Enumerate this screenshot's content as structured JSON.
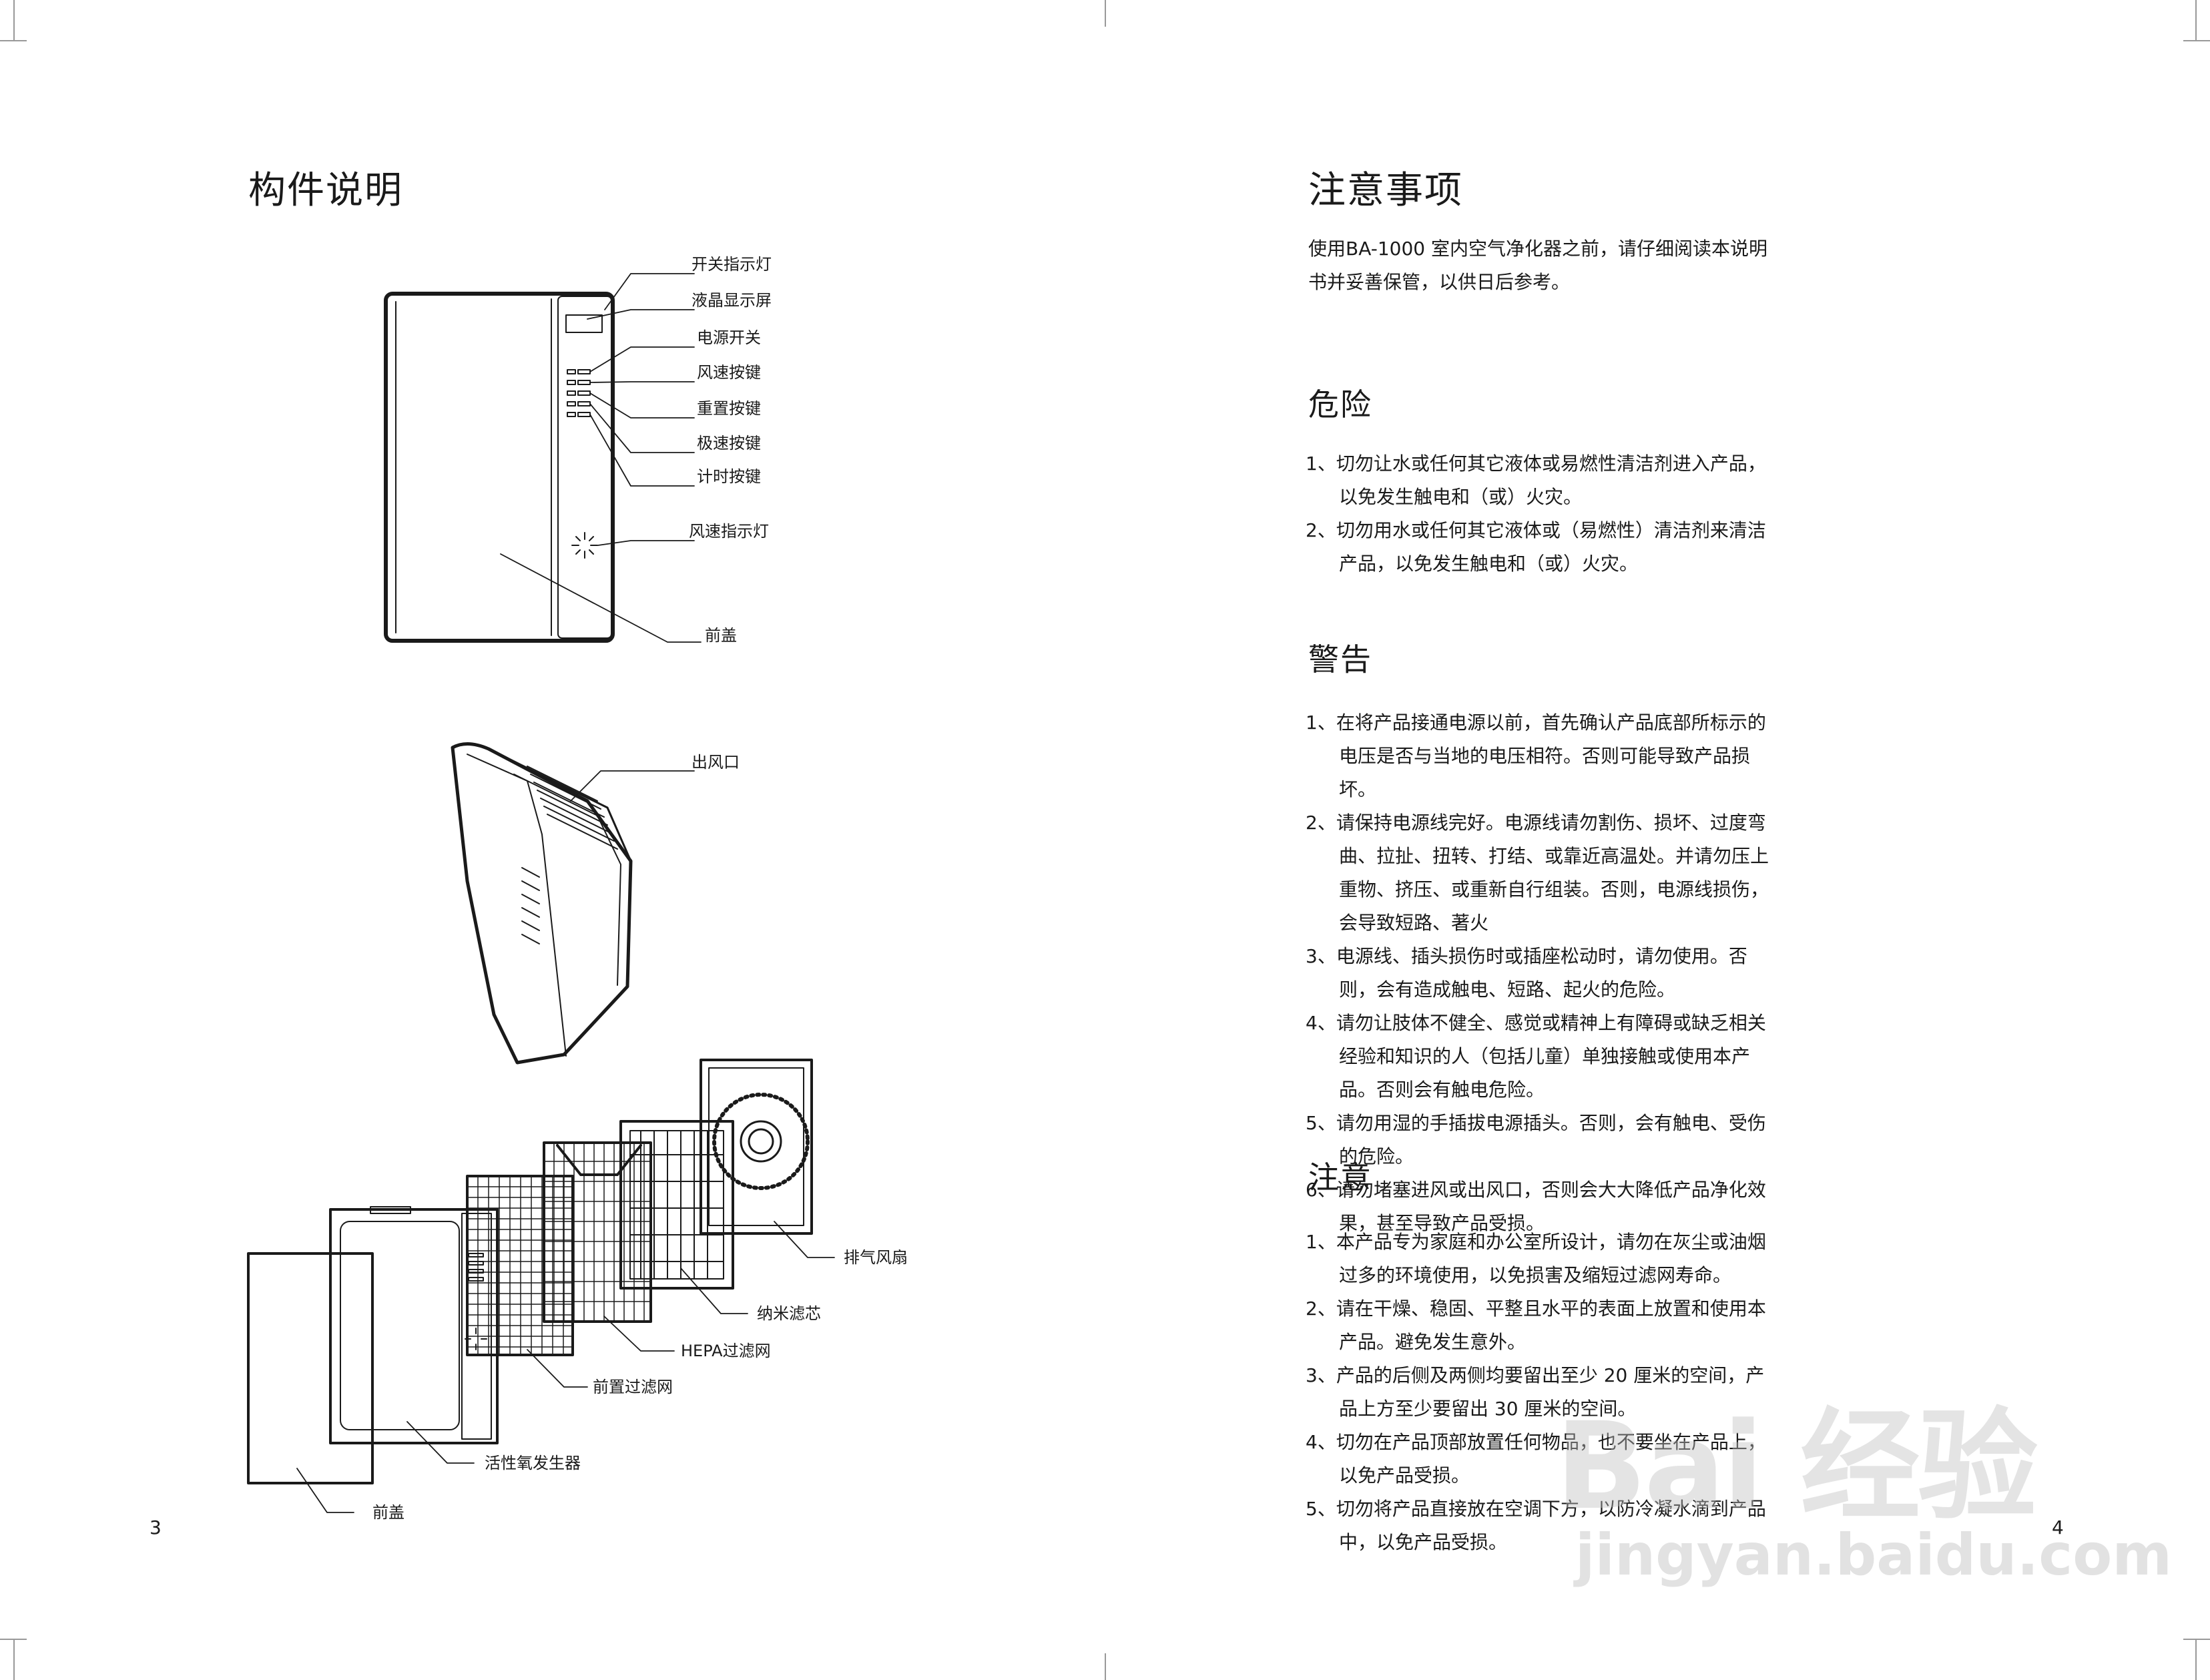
{
  "left_page": {
    "title": "构件说明",
    "page_number": "3",
    "figure1_labels": [
      "开关指示灯",
      "液晶显示屏",
      "电源开关",
      "风速按键",
      "重置按键",
      "极速按键",
      "计时按键",
      "风速指示灯",
      "前盖"
    ],
    "figure2_labels": [
      "出风口"
    ],
    "figure3_labels": [
      "排气风扇",
      "纳米滤芯",
      "HEPA过滤网",
      "前置过滤网",
      "活性氧发生器",
      "前盖"
    ]
  },
  "right_page": {
    "title": "注意事项",
    "intro": "使用BA-1000 室内空气净化器之前，请仔细阅读本说明书并妥善保管，以供日后参考。",
    "sections": [
      {
        "heading": "危险",
        "items": [
          "1、切勿让水或任何其它液体或易燃性清洁剂进入产品，以免发生触电和（或）火灾。",
          "2、切勿用水或任何其它液体或（易燃性）清洁剂来清洁产品，以免发生触电和（或）火灾。"
        ]
      },
      {
        "heading": "警告",
        "items": [
          "1、在将产品接通电源以前，首先确认产品底部所标示的电压是否与当地的电压相符。否则可能导致产品损坏。",
          "2、请保持电源线完好。电源线请勿割伤、损坏、过度弯曲、拉扯、扭转、打结、或靠近高温处。并请勿压上重物、挤压、或重新自行组装。否则，电源线损伤，会导致短路、著火",
          "3、电源线、插头损伤时或插座松动时，请勿使用。否则，会有造成触电、短路、起火的危险。",
          "4、请勿让肢体不健全、感觉或精神上有障碍或缺乏相关经验和知识的人（包括儿童）单独接触或使用本产品。否则会有触电危险。",
          "5、请勿用湿的手插拔电源插头。否则，会有触电、受伤的危险。",
          "6、请勿堵塞进风或出风口，否则会大大降低产品净化效果，甚至导致产品受损。"
        ]
      },
      {
        "heading": "注意",
        "items": [
          "1、本产品专为家庭和办公室所设计，请勿在灰尘或油烟过多的环境使用，以免损害及缩短过滤网寿命。",
          "2、请在干燥、稳固、平整且水平的表面上放置和使用本产品。避免发生意外。",
          "3、产品的后侧及两侧均要留出至少 20 厘米的空间，产品上方至少要留出 30 厘米的空间。",
          "4、切勿在产品顶部放置任何物品，也不要坐在产品上，以免产品受损。",
          "5、切勿将产品直接放在空调下方，以防冷凝水滴到产品中，以免产品受损。"
        ]
      }
    ],
    "page_number": "4"
  },
  "watermark": {
    "line1": "Bai 经验",
    "line2": "jingyan.baidu.com"
  }
}
